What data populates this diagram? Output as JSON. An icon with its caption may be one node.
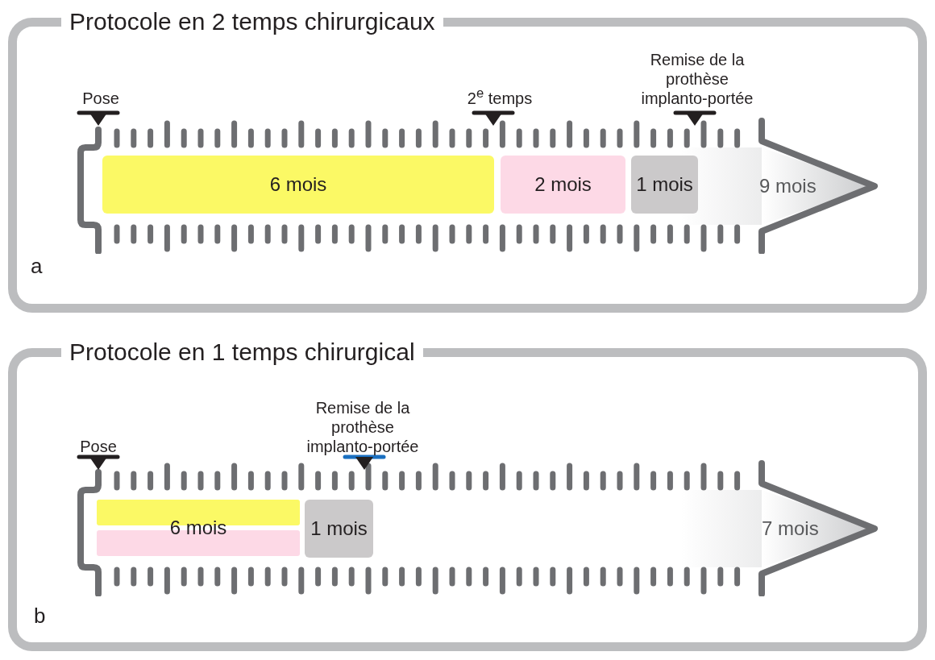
{
  "diagram": {
    "nodes": [
      {
        "text": [
          "Protocole en 2 temps chirurgicaux"
        ]
      },
      {
        "text": [
          "9 mois"
        ],
        "in": 0
      },
      {
        "text": [
          "6 mois"
        ],
        "in": 1
      },
      {
        "text": [
          "2 mois"
        ],
        "in": 1
      },
      {
        "text": [
          "1 mois"
        ],
        "in": 1
      },
      {
        "text": [
          "Protocole en 1 temps chirurgical"
        ]
      },
      {
        "text": [
          "7 mois"
        ],
        "in": 5
      },
      {
        "text": [
          "6 mois"
        ],
        "in": 6
      },
      {
        "text": [
          "1 mois"
        ],
        "in": 6
      }
    ],
    "labels": [
      "Pose",
      "2$^{e}$ temps",
      "Remise de la prothèse implanto-portée",
      "a",
      "Pose",
      "Remise de la prothèse implanto-portée",
      "b"
    ]
  }
}
